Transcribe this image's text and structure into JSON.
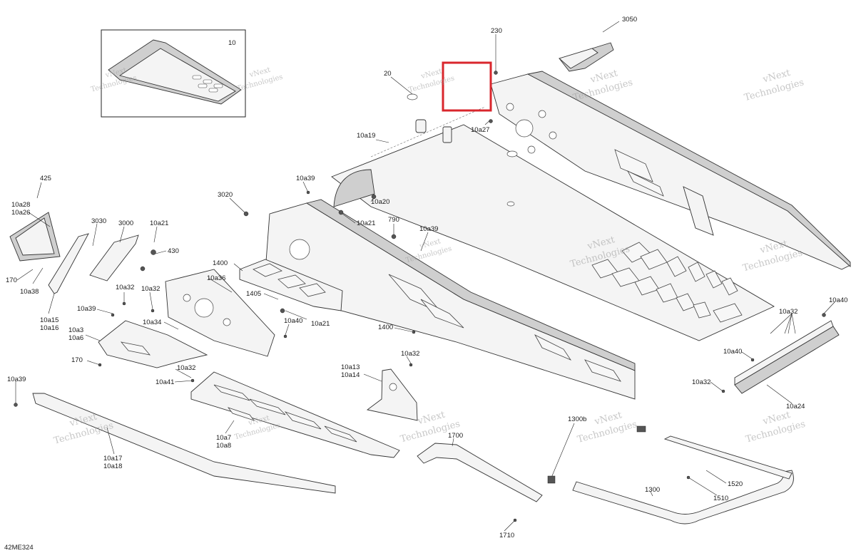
{
  "inset": {
    "label": "10"
  },
  "highlight": {
    "color": "#d9262c"
  },
  "watermark": {
    "line1": "vNext",
    "line2": "Technologies"
  },
  "callouts": {
    "c3050": "3050",
    "c230": "230",
    "c20": "20",
    "c10a27": "10a27",
    "c10a19": "10a19",
    "c10a39_top": "10a39",
    "c3020": "3020",
    "c10a20": "10a20",
    "c10a21_mid": "10a21",
    "c790": "790",
    "c10a39_mid": "10a39",
    "c425": "425",
    "c10a28": "10a28",
    "c10a26": "10a26",
    "c3030": "3030",
    "c3000": "3000",
    "c10a21_left": "10a21",
    "c430": "430",
    "c170_top": "170",
    "c10a38": "10a38",
    "c1400_top": "1400",
    "c10a36": "10a36",
    "c1405": "1405",
    "c10a32_a": "10a32",
    "c10a32_b": "10a32",
    "c10a15": "10a15",
    "c10a16": "10a16",
    "c10a39_left": "10a39",
    "c10a34": "10a34",
    "c10a40_mid": "10a40",
    "c10a21_low": "10a21",
    "c1400_low": "1400",
    "c10a3": "10a3",
    "c10a6": "10a6",
    "c170_low": "170",
    "c10a32_c": "10a32",
    "c10a13": "10a13",
    "c10a14": "10a14",
    "c10a32_d": "10a32",
    "c10a41": "10a41",
    "c10a39_far": "10a39",
    "c10a7": "10a7",
    "c10a8": "10a8",
    "c10a17": "10a17",
    "c10a18": "10a18",
    "c1700": "1700",
    "c1710": "1710",
    "c1300b": "1300b",
    "c1300": "1300",
    "c1520": "1520",
    "c1510": "1510",
    "c10a40_right": "10a40",
    "c10a32_right": "10a32",
    "c10a40_r2": "10a40",
    "c10a32_r3": "10a32",
    "c10a24": "10a24"
  },
  "diagram_code": "42ME324"
}
